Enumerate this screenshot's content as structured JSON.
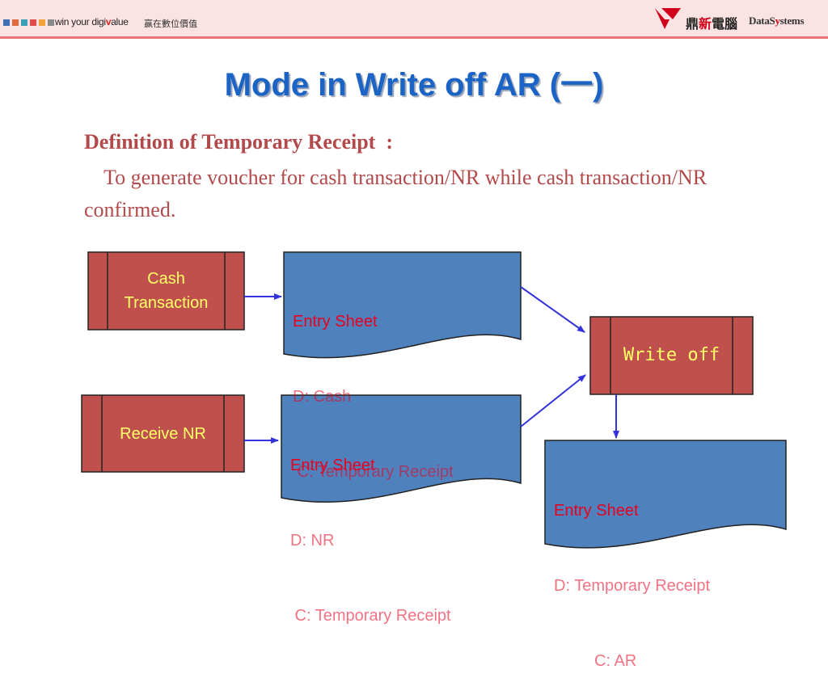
{
  "header": {
    "tagline": "win your digi",
    "tagline_v": "v",
    "tagline_end": "alue",
    "tagline_cn": "赢在數位價值",
    "logo_cn_a": "鼎",
    "logo_cn_b": "新",
    "logo_cn_c": "電腦",
    "logo_en_a": "DataS",
    "logo_en_b": "y",
    "logo_en_c": "stems",
    "square_colors": [
      "#3f6fb5",
      "#e06a3b",
      "#3aa0b7",
      "#e44c4c",
      "#f0a63a",
      "#8a8a8a"
    ]
  },
  "title": "Mode in Write off AR (一)",
  "definition": {
    "heading": "Definition of Temporary Receipt  :",
    "body": "To generate voucher for cash transaction/NR while cash transaction/NR confirmed."
  },
  "diagram": {
    "cash_transaction": {
      "line1": "Cash",
      "line2": "Transaction"
    },
    "receive_nr": "Receive NR",
    "write_off": "Write off",
    "entry_cash": {
      "title": "Entry Sheet",
      "debit": "D: Cash",
      "credit": " C: Temporary Receipt"
    },
    "entry_nr": {
      "title": "Entry Sheet",
      "debit": "D: NR",
      "credit": " C: Temporary Receipt"
    },
    "entry_ar": {
      "title": "Entry Sheet",
      "debit": "D: Temporary Receipt",
      "credit": "         C: AR"
    },
    "colors": {
      "process_fill": "#c0504d",
      "document_fill": "#4f81bd",
      "arrow": "#3333dd"
    }
  }
}
